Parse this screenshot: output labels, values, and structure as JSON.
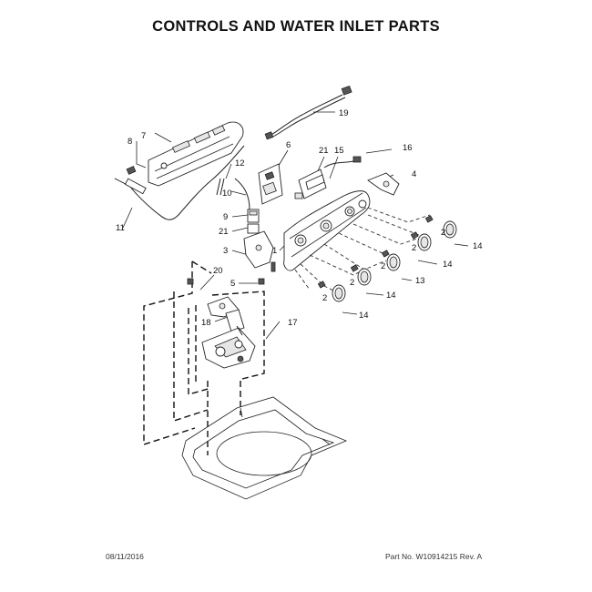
{
  "title": "CONTROLS AND WATER INLET PARTS",
  "footer": {
    "date": "08/11/2016",
    "part_number": "Part No. W10914215  Rev. A"
  },
  "callouts": {
    "c19": "19",
    "c7": "7",
    "c8": "8",
    "c6": "6",
    "c21a": "21",
    "c15": "15",
    "c16": "16",
    "c12": "12",
    "c4": "4",
    "c10": "10",
    "c11": "11",
    "c9": "9",
    "c21b": "21",
    "c3": "3",
    "c1": "1",
    "c14a": "14",
    "c14b": "14",
    "c13": "13",
    "c14c": "14",
    "c14d": "14",
    "c20": "20",
    "c5": "5",
    "c18": "18",
    "c17": "17",
    "c2a": "2",
    "c2b": "2",
    "c2c": "2",
    "c2d": "2",
    "c2e": "2"
  }
}
